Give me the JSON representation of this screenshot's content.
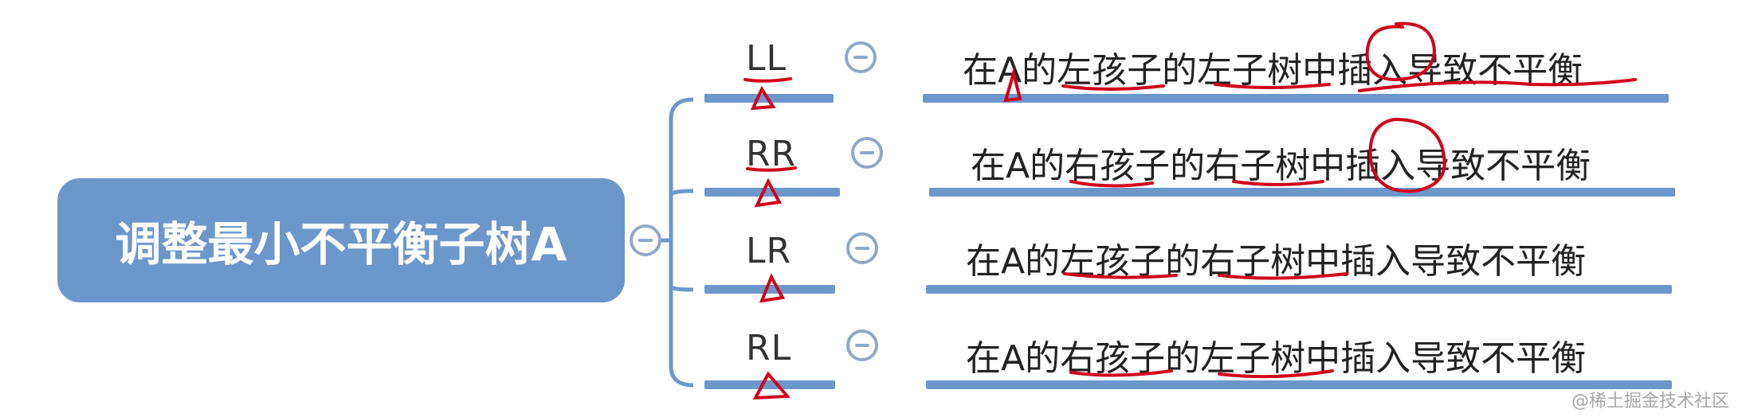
{
  "root": {
    "label": "调整最小不平衡子树A"
  },
  "branches": [
    {
      "code": "LL",
      "description": "在A的左孩子的左子树中插入导致不平衡"
    },
    {
      "code": "RR",
      "description": "在A的右孩子的右子树中插入导致不平衡"
    },
    {
      "code": "LR",
      "description": "在A的左孩子的右子树中插入导致不平衡"
    },
    {
      "code": "RL",
      "description": "在A的右孩子的左子树中插入导致不平衡"
    }
  ],
  "watermark": "@稀土掘金技术社区",
  "colors": {
    "node_fill": "#6c97cb",
    "connector": "#6c97cb",
    "collapse_icon": "#8fa8c8",
    "annotation_ink": "#d0021b"
  }
}
